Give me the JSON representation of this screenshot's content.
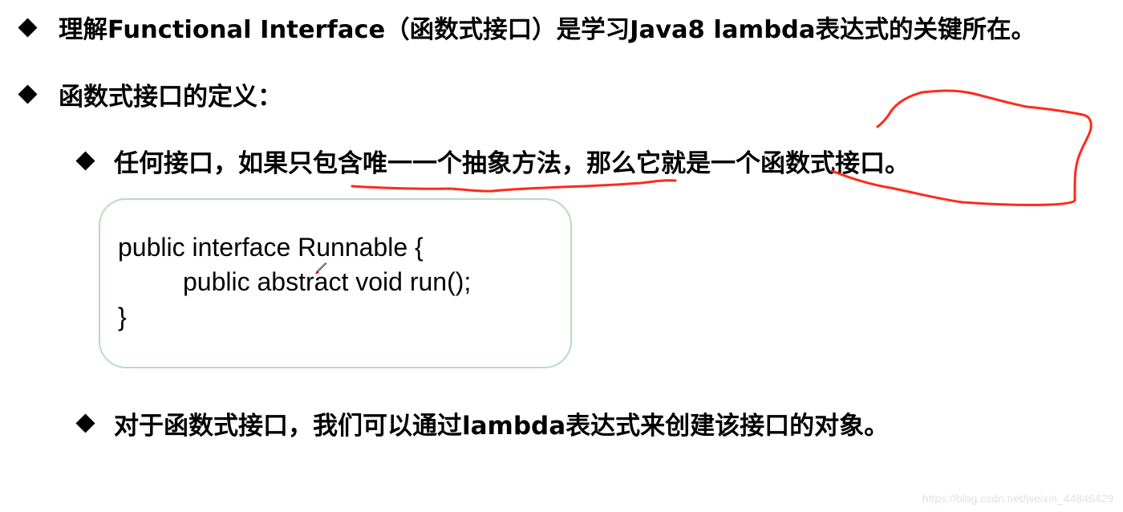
{
  "slide": {
    "bullets": [
      {
        "text": "理解Functional Interface（函数式接口）是学习Java8 lambda表达式的关键所在。",
        "level": 1
      },
      {
        "text": "函数式接口的定义：",
        "level": 1
      },
      {
        "text": "任何接口，如果只包含唯一一个抽象方法，那么它就是一个函数式接口。",
        "level": 2
      },
      {
        "text": "对于函数式接口，我们可以通过lambda表达式来创建该接口的对象。",
        "level": 2
      }
    ],
    "code_block": {
      "lines": [
        "public interface Runnable {",
        "public abstract void run();",
        "}"
      ],
      "border_color": "#b9dcb9"
    },
    "annotations": {
      "color": "#ff2a1a",
      "underline_label": "underline-only-one-abstract-method",
      "circle_label": "circle-is-functional-interface"
    },
    "icons": {
      "bullet": "diamond-bullet-icon",
      "cursor": "pen-cursor-icon"
    },
    "watermark": "https://blog.csdn.net/weixin_44846429"
  }
}
